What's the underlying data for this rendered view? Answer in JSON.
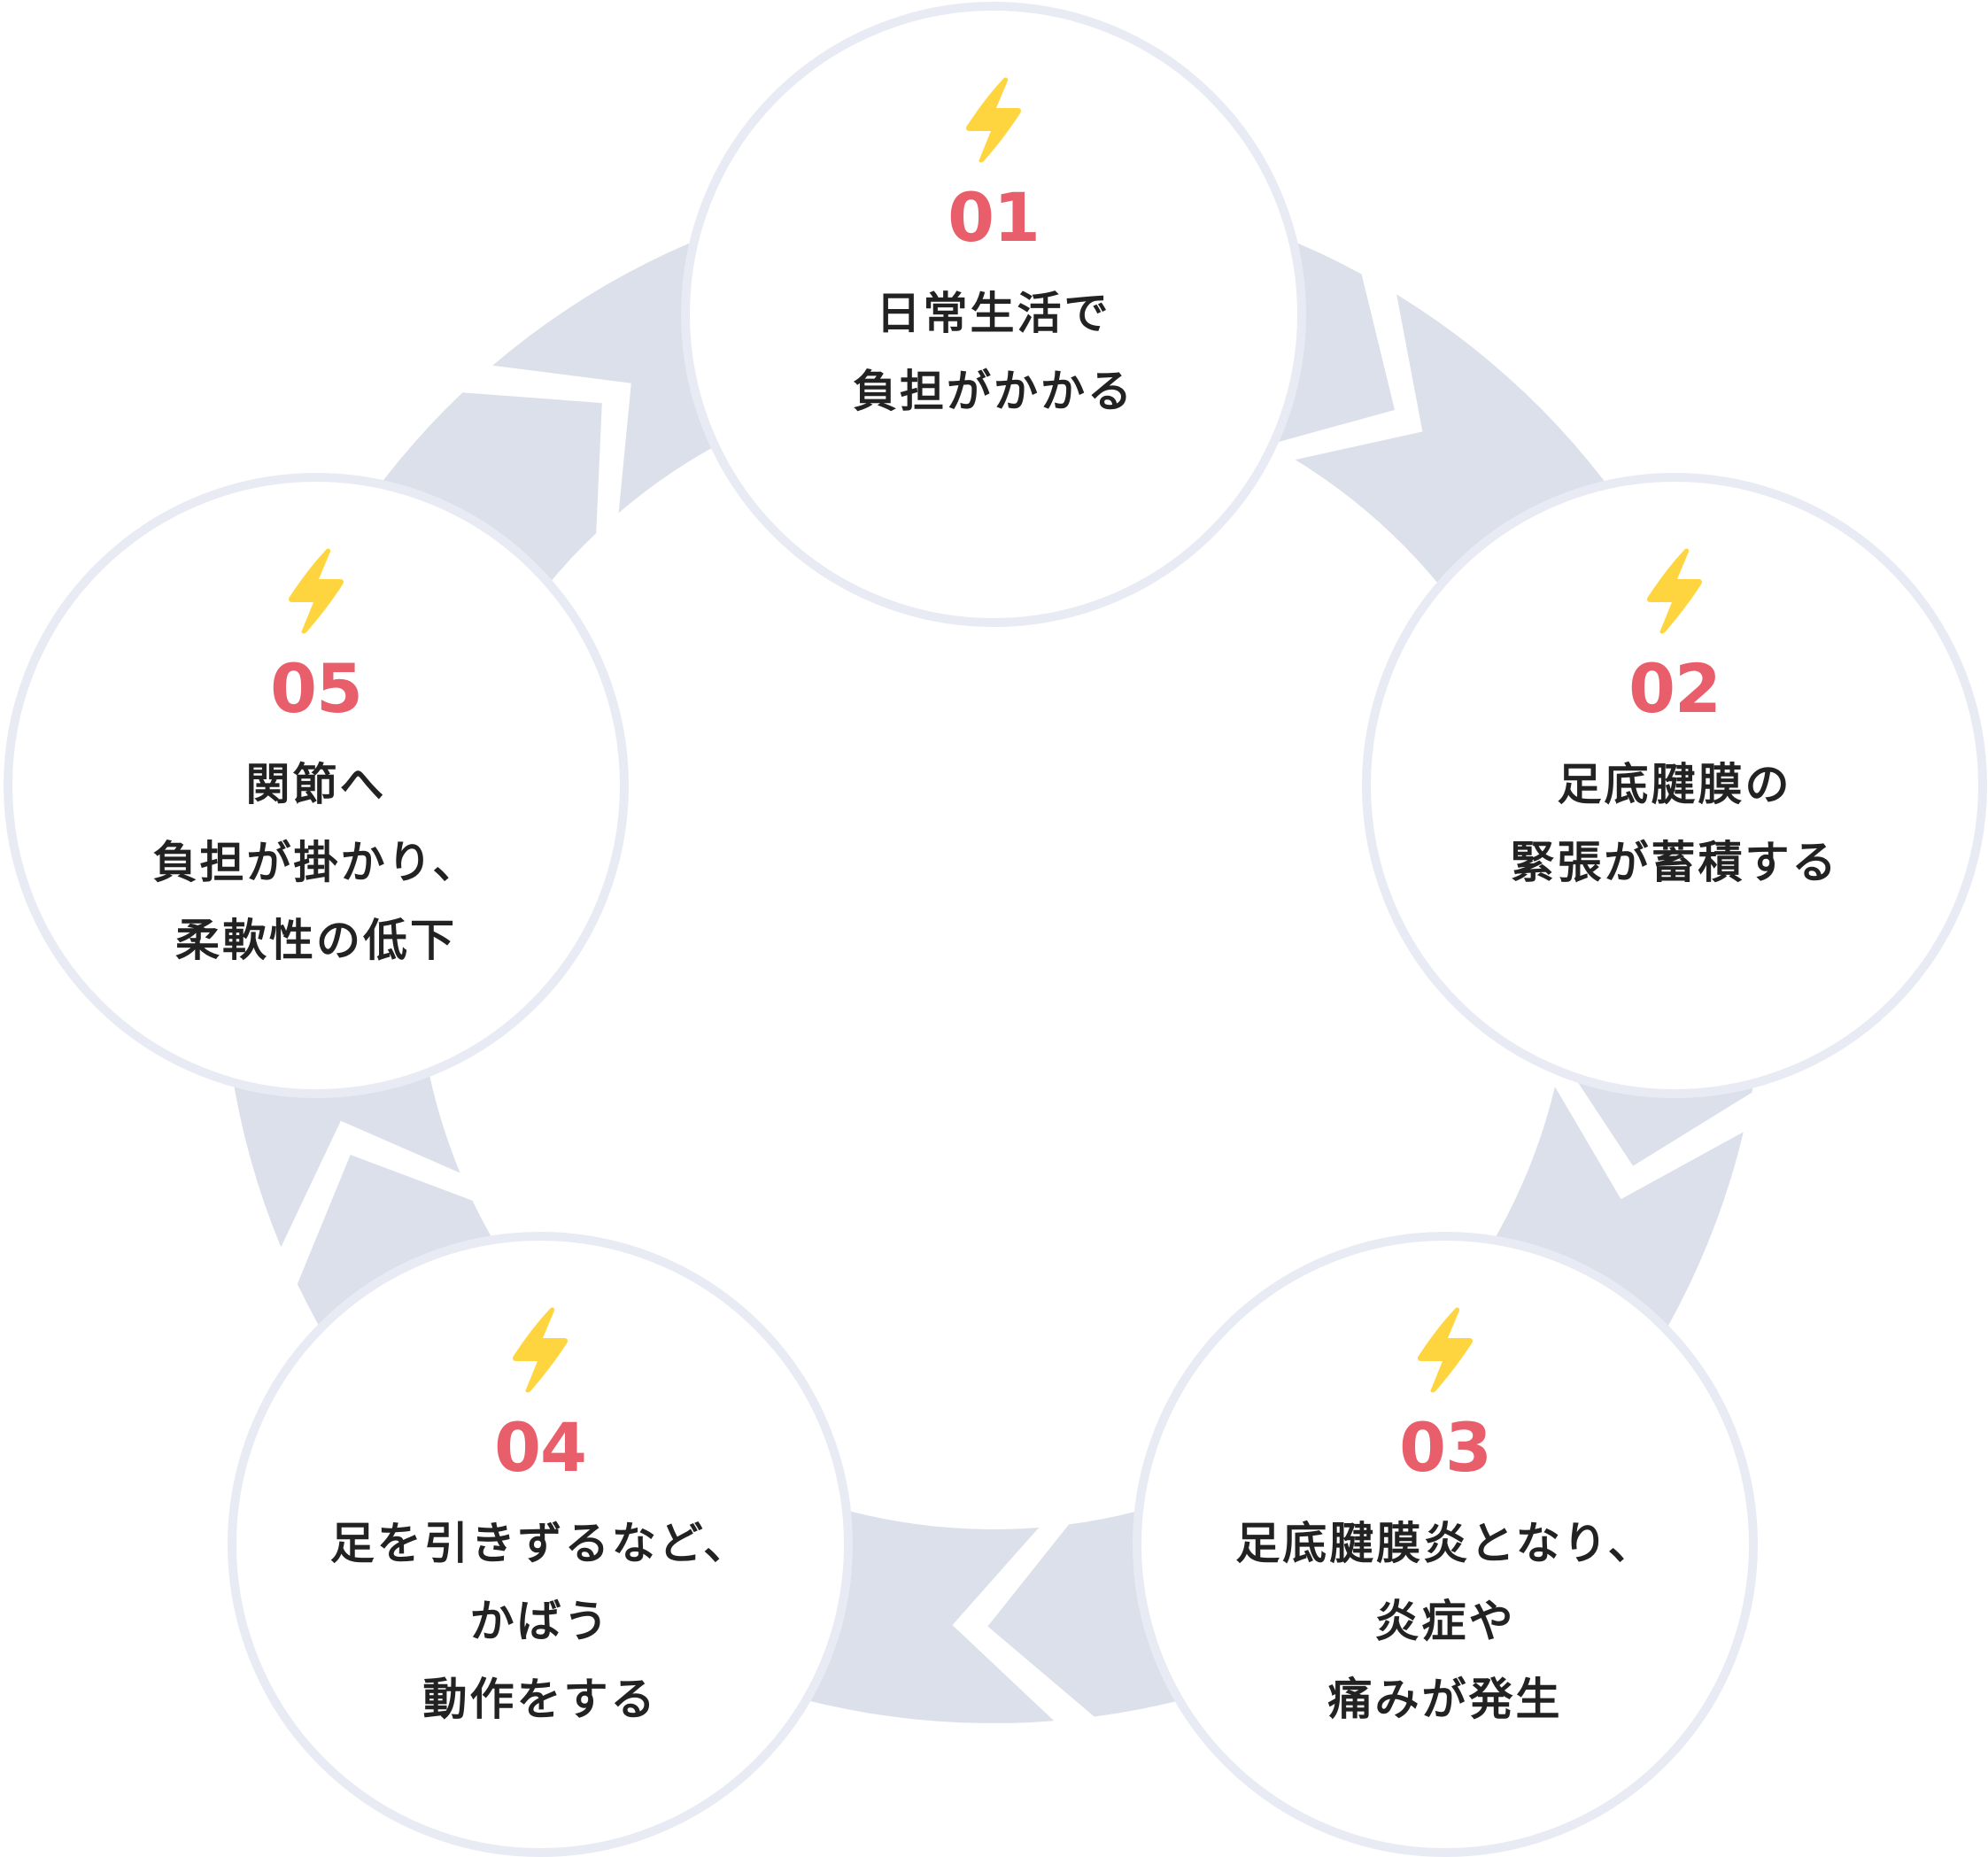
{
  "colors": {
    "ring": "#DCE0EA",
    "circle_border": "#E8EBF3",
    "number": "#E85E6A",
    "bolt": "#FFD53F",
    "text": "#222222"
  },
  "steps": [
    {
      "number": "01",
      "icon": "lightning-bolt-icon",
      "lines": [
        "日常生活で",
        "負担がかかる"
      ]
    },
    {
      "number": "02",
      "icon": "lightning-bolt-icon",
      "lines": [
        "足底腱膜の",
        "緊張が蓄積する"
      ]
    },
    {
      "number": "03",
      "icon": "lightning-bolt-icon",
      "lines": [
        "足底腱膜炎となり、",
        "炎症や",
        "痛みが発生"
      ]
    },
    {
      "number": "04",
      "icon": "lightning-bolt-icon",
      "lines": [
        "足を引きずるなど、",
        "かばう",
        "動作をする"
      ]
    },
    {
      "number": "05",
      "icon": "lightning-bolt-icon",
      "lines": [
        "関節へ",
        "負担が掛かり、",
        "柔軟性の低下"
      ]
    }
  ]
}
